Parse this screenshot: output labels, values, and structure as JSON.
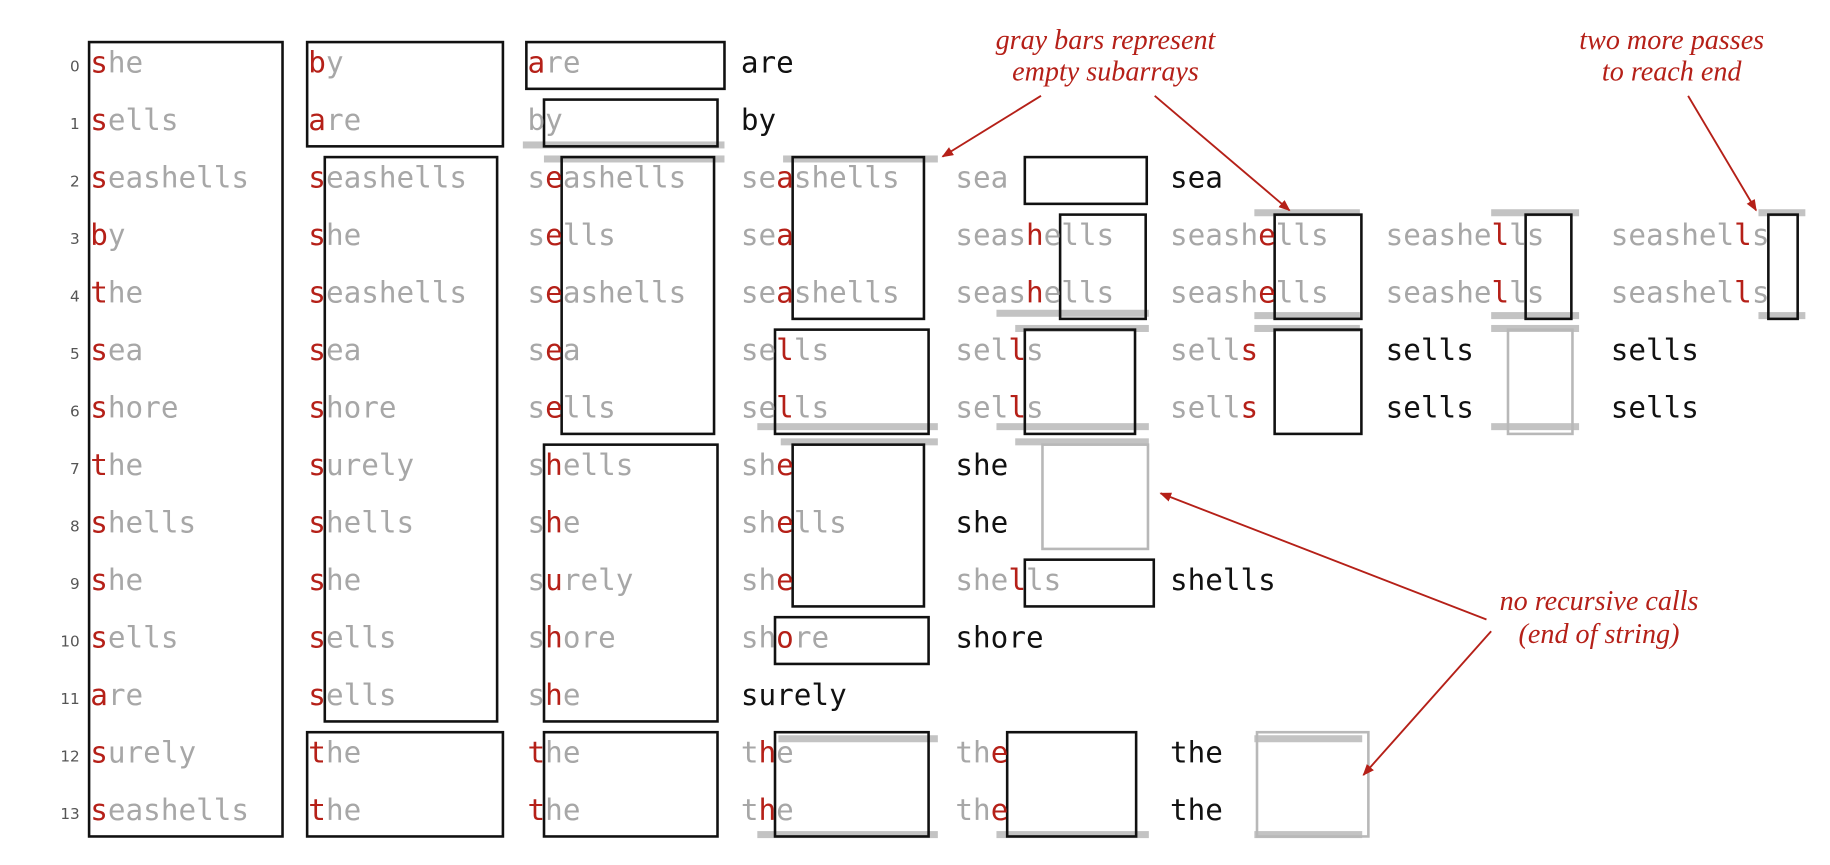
{
  "colors": {
    "red": "#b52018",
    "gray_text": "#a7a7a7",
    "black": "#111111",
    "bar_gray": "#c3c3c3",
    "empty_box": "#b8b8b8"
  },
  "row_indices": [
    "0",
    "1",
    "2",
    "3",
    "4",
    "5",
    "6",
    "7",
    "8",
    "9",
    "10",
    "11",
    "12",
    "13"
  ],
  "columns": [
    {
      "rows": [
        {
          "p": "",
          "c": "s",
          "r": "he"
        },
        {
          "p": "",
          "c": "s",
          "r": "ells"
        },
        {
          "p": "",
          "c": "s",
          "r": "eashells"
        },
        {
          "p": "",
          "c": "b",
          "r": "y"
        },
        {
          "p": "",
          "c": "t",
          "r": "he"
        },
        {
          "p": "",
          "c": "s",
          "r": "ea"
        },
        {
          "p": "",
          "c": "s",
          "r": "hore"
        },
        {
          "p": "",
          "c": "t",
          "r": "he"
        },
        {
          "p": "",
          "c": "s",
          "r": "hells"
        },
        {
          "p": "",
          "c": "s",
          "r": "he"
        },
        {
          "p": "",
          "c": "s",
          "r": "ells"
        },
        {
          "p": "",
          "c": "a",
          "r": "re"
        },
        {
          "p": "",
          "c": "s",
          "r": "urely"
        },
        {
          "p": "",
          "c": "s",
          "r": "eashells"
        }
      ]
    },
    {
      "rows": [
        {
          "p": "",
          "c": "b",
          "r": "y"
        },
        {
          "p": "",
          "c": "a",
          "r": "re"
        },
        {
          "p": "",
          "c": "s",
          "r": "eashells"
        },
        {
          "p": "",
          "c": "s",
          "r": "he"
        },
        {
          "p": "",
          "c": "s",
          "r": "eashells"
        },
        {
          "p": "",
          "c": "s",
          "r": "ea"
        },
        {
          "p": "",
          "c": "s",
          "r": "hore"
        },
        {
          "p": "",
          "c": "s",
          "r": "urely"
        },
        {
          "p": "",
          "c": "s",
          "r": "hells"
        },
        {
          "p": "",
          "c": "s",
          "r": "he"
        },
        {
          "p": "",
          "c": "s",
          "r": "ells"
        },
        {
          "p": "",
          "c": "s",
          "r": "ells"
        },
        {
          "p": "",
          "c": "t",
          "r": "he"
        },
        {
          "p": "",
          "c": "t",
          "r": "he"
        }
      ]
    },
    {
      "rows": [
        {
          "p": "",
          "c": "a",
          "r": "re"
        },
        {
          "p": "b",
          "c": "",
          "r": "y"
        },
        {
          "p": "s",
          "c": "e",
          "r": "ashells"
        },
        {
          "p": "s",
          "c": "e",
          "r": "lls"
        },
        {
          "p": "s",
          "c": "e",
          "r": "ashells"
        },
        {
          "p": "s",
          "c": "e",
          "r": "a"
        },
        {
          "p": "s",
          "c": "e",
          "r": "lls"
        },
        {
          "p": "s",
          "c": "h",
          "r": "ells"
        },
        {
          "p": "s",
          "c": "h",
          "r": "e"
        },
        {
          "p": "s",
          "c": "u",
          "r": "rely"
        },
        {
          "p": "s",
          "c": "h",
          "r": "ore"
        },
        {
          "p": "s",
          "c": "h",
          "r": "e"
        },
        {
          "p": "",
          "c": "t",
          "r": "he"
        },
        {
          "p": "",
          "c": "t",
          "r": "he"
        }
      ]
    },
    {
      "rows": [
        {
          "done": "are"
        },
        {
          "done": "by"
        },
        {
          "p": "se",
          "c": "a",
          "r": "shells"
        },
        {
          "p": "se",
          "c": "a",
          "r": ""
        },
        {
          "p": "se",
          "c": "a",
          "r": "shells"
        },
        {
          "p": "se",
          "c": "l",
          "r": "ls"
        },
        {
          "p": "se",
          "c": "l",
          "r": "ls"
        },
        {
          "p": "sh",
          "c": "e",
          "r": ""
        },
        {
          "p": "sh",
          "c": "e",
          "r": "lls"
        },
        {
          "p": "sh",
          "c": "e",
          "r": ""
        },
        {
          "p": "sh",
          "c": "o",
          "r": "re"
        },
        {
          "done": "surely"
        },
        {
          "p": "t",
          "c": "h",
          "r": "e"
        },
        {
          "p": "t",
          "c": "h",
          "r": "e"
        }
      ]
    },
    {
      "rows": [
        null,
        null,
        {
          "p": "sea",
          "c": "",
          "r": ""
        },
        {
          "p": "seas",
          "c": "h",
          "r": "ells"
        },
        {
          "p": "seas",
          "c": "h",
          "r": "ells"
        },
        {
          "p": "sel",
          "c": "l",
          "r": "s"
        },
        {
          "p": "sel",
          "c": "l",
          "r": "s"
        },
        {
          "done": "she"
        },
        {
          "done": "she"
        },
        {
          "p": "she",
          "c": "l",
          "r": "ls"
        },
        {
          "done": "shore"
        },
        null,
        {
          "p": "th",
          "c": "e",
          "r": ""
        },
        {
          "p": "th",
          "c": "e",
          "r": ""
        }
      ]
    },
    {
      "rows": [
        null,
        null,
        {
          "done": "sea"
        },
        {
          "p": "seash",
          "c": "e",
          "r": "lls"
        },
        {
          "p": "seash",
          "c": "e",
          "r": "lls"
        },
        {
          "p": "sell",
          "c": "s",
          "r": ""
        },
        {
          "p": "sell",
          "c": "s",
          "r": ""
        },
        null,
        null,
        {
          "done": "shells"
        },
        null,
        null,
        {
          "done": "the"
        },
        {
          "done": "the"
        }
      ]
    },
    {
      "rows": [
        null,
        null,
        null,
        {
          "p": "seashe",
          "c": "l",
          "r": "ls"
        },
        {
          "p": "seashe",
          "c": "l",
          "r": "ls"
        },
        {
          "done": "sells"
        },
        {
          "done": "sells"
        },
        null,
        null,
        null,
        null,
        null,
        null,
        null
      ]
    },
    {
      "rows": [
        null,
        null,
        null,
        {
          "p": "seashel",
          "c": "l",
          "r": "s"
        },
        {
          "p": "seashel",
          "c": "l",
          "r": "s"
        },
        {
          "done": "sells"
        },
        {
          "done": "sells"
        },
        null,
        null,
        null,
        null,
        null,
        null,
        null
      ]
    }
  ],
  "annotations": {
    "gray_bars": [
      "gray bars represent",
      "empty subarrays"
    ],
    "two_more": [
      "two more passes",
      "to reach end"
    ],
    "no_recursive": [
      "no recursive calls",
      "(end of string)"
    ]
  }
}
